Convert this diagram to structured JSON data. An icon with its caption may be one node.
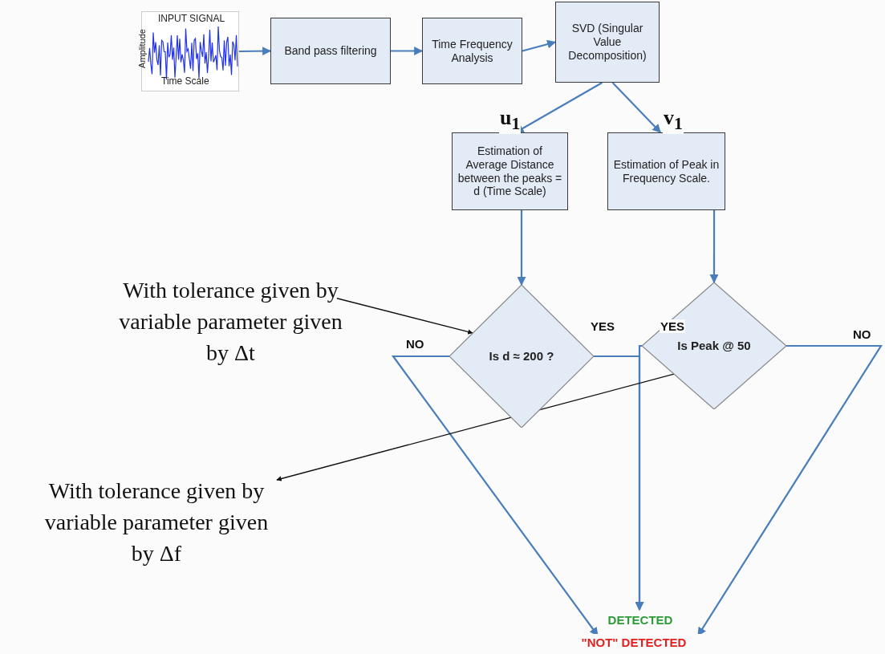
{
  "diagram": {
    "nodes": [
      {
        "text": [
          "INPUT SIGNAL",
          "Amplitude",
          "Time Scale"
        ]
      },
      {
        "text": [
          "Band pass filtering"
        ]
      },
      {
        "text": [
          "Time Frequency Analysis"
        ]
      },
      {
        "text": [
          "SVD (Singular Value Decomposition)"
        ]
      },
      {
        "text": [
          "Estimation of Average Distance between the peaks = d (Time Scale)"
        ]
      },
      {
        "text": [
          "Estimation of Peak in Frequency Scale."
        ]
      },
      {
        "text": [
          "Is d ≈ 200 ?"
        ]
      },
      {
        "text": [
          "Is Peak @ 50"
        ]
      },
      {
        "text": [
          "DETECTED"
        ]
      },
      {
        "text": [
          "\"NOT\" DETECTED"
        ]
      },
      {
        "text": [
          "With tolerance given by variable parameter given by Δt"
        ]
      },
      {
        "text": [
          "With tolerance given by variable parameter given by Δf"
        ]
      }
    ],
    "edges": [
      {
        "from": 0,
        "to": 1,
        "arrow": "to"
      },
      {
        "from": 1,
        "to": 2,
        "arrow": "to"
      },
      {
        "from": 2,
        "to": 3,
        "arrow": "to"
      },
      {
        "from": 3,
        "to": 4,
        "arrow": "to",
        "label": "u$_{1}$"
      },
      {
        "from": 3,
        "to": 5,
        "arrow": "to",
        "label": "v$_{1}$"
      },
      {
        "from": 4,
        "to": 6,
        "arrow": "to"
      },
      {
        "from": 5,
        "to": 7,
        "arrow": "to"
      },
      {
        "from": 6,
        "to": 8,
        "arrow": "to",
        "label": "YES"
      },
      {
        "from": 7,
        "to": 8,
        "arrow": "to",
        "label": "YES"
      },
      {
        "from": 6,
        "to": 9,
        "arrow": "to",
        "label": "NO"
      },
      {
        "from": 7,
        "to": 9,
        "arrow": "to",
        "label": "NO"
      },
      {
        "from": 10,
        "to": 6,
        "arrow": "to",
        "color": "#111111"
      },
      {
        "from": 7,
        "to": 11,
        "arrow": "to",
        "color": "#111111"
      }
    ]
  }
}
